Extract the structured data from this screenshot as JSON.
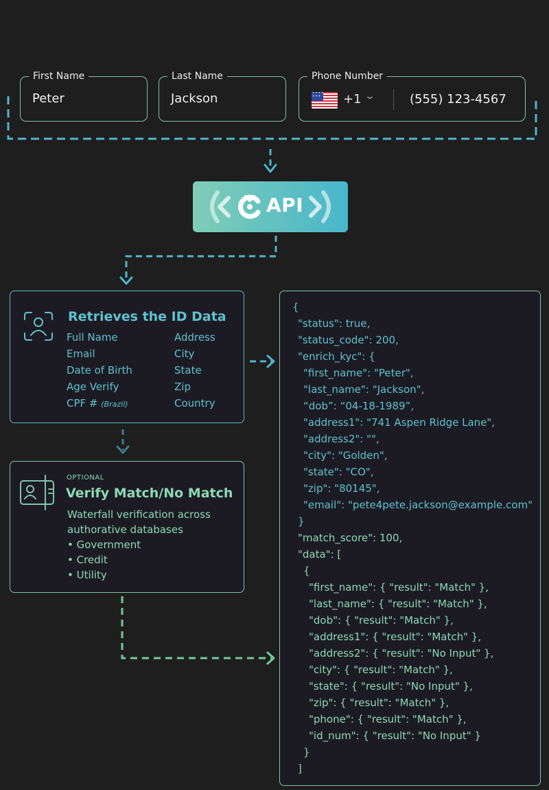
{
  "form": {
    "first_name": {
      "label": "First Name",
      "value": "Peter"
    },
    "last_name": {
      "label": "Last Name",
      "value": "Jackson"
    },
    "phone": {
      "label": "Phone Number",
      "country_code": "+1",
      "value": "(555) 123-4567",
      "flag": "us-flag-icon"
    }
  },
  "api": {
    "label": "API"
  },
  "id_card": {
    "title": "Retrieves the ID Data",
    "fields_left": [
      "Full Name",
      "Email",
      "Date of Birth",
      "Age Verify",
      "CPF #"
    ],
    "cpf_note": "(Brazil)",
    "fields_right": [
      "Address",
      "City",
      "State",
      "Zip",
      "Country"
    ],
    "icon": "face-scan-icon"
  },
  "verify_card": {
    "optional_tag": "OPTIONAL",
    "title": "Verify Match/No Match",
    "description_line1": "Waterfall verification across",
    "description_line2": "authorative databases",
    "items": [
      "• Government",
      "• Credit",
      "• Utility"
    ],
    "icon": "id-card-icon"
  },
  "response_json": [
    {
      "text": "{",
      "indent": 0,
      "color": "#5fc2cf"
    },
    {
      "text": "\"status\": true,",
      "indent": 1,
      "color": "#5fc2cf"
    },
    {
      "text": "\"status_code\": 200,",
      "indent": 1,
      "color": "#5fc2cf"
    },
    {
      "text": "\"enrich_kyc\": {",
      "indent": 1,
      "color": "#5fc2cf"
    },
    {
      "text": "\"first_name\": \"Peter\",",
      "indent": 2,
      "color": "#5fc2cf"
    },
    {
      "text": "\"last_name\": \"Jackson\",",
      "indent": 2,
      "color": "#5fc2cf"
    },
    {
      "text": "“dob”: “04-18-1989”,",
      "indent": 2,
      "color": "#5fc2cf"
    },
    {
      "text": "\"address1\": \"741 Aspen Ridge Lane\",",
      "indent": 2,
      "color": "#5fc2cf"
    },
    {
      "text": "\"address2\": \"\",",
      "indent": 2,
      "color": "#5fc2cf"
    },
    {
      "text": "\"city\": \"Golden\",",
      "indent": 2,
      "color": "#5fc2cf"
    },
    {
      "text": "\"state\": \"CO\",",
      "indent": 2,
      "color": "#5fc2cf"
    },
    {
      "text": "\"zip\": \"80145\",",
      "indent": 2,
      "color": "#5fc2cf"
    },
    {
      "text": "\"email\": \"pete4pete.jackson@example.com\"",
      "indent": 2,
      "color": "#5fc2cf"
    },
    {
      "text": "}",
      "indent": 1,
      "color": "#5fc2cf"
    },
    {
      "text": "\"match_score\": 100,",
      "indent": 1,
      "color": "#8cd9b5"
    },
    {
      "text": "\"data\": [",
      "indent": 1,
      "color": "#8cd9b5"
    },
    {
      "text": "{",
      "indent": 2,
      "color": "#8cd9b5"
    },
    {
      "text": "\"first_name\": { \"result\": \"Match\" },",
      "indent": 3,
      "color": "#8cd9b5"
    },
    {
      "text": "\"last_name\": { \"result\": \"Match\" },",
      "indent": 3,
      "color": "#8cd9b5"
    },
    {
      "text": "\"dob\": { \"result\": \"Match\" },",
      "indent": 3,
      "color": "#8cd9b5"
    },
    {
      "text": "\"address1\": { \"result\": \"Match\" },",
      "indent": 3,
      "color": "#8cd9b5"
    },
    {
      "text": "\"address2\": { \"result\": \"No Input\" },",
      "indent": 3,
      "color": "#8cd9b5"
    },
    {
      "text": "\"city\": { \"result\": \"Match\" },",
      "indent": 3,
      "color": "#8cd9b5"
    },
    {
      "text": "\"state\": { \"result\": \"No Input\" },",
      "indent": 3,
      "color": "#8cd9b5"
    },
    {
      "text": "\"zip\": { \"result\": \"Match\" },",
      "indent": 3,
      "color": "#8cd9b5"
    },
    {
      "text": "\"phone\": { \"result\": \"Match\" },",
      "indent": 3,
      "color": "#8cd9b5"
    },
    {
      "text": "\"id_num\": { \"result\": \"No Input\" }",
      "indent": 3,
      "color": "#8cd9b5"
    },
    {
      "text": "}",
      "indent": 2,
      "color": "#8cd9b5"
    },
    {
      "text": "]",
      "indent": 1,
      "color": "#8cd9b5"
    }
  ],
  "colors": {
    "background": "#1e1e1e",
    "teal": "#5fc2cf",
    "green": "#8cd9b5",
    "connector_teal": "#4fb6cb",
    "connector_green": "#6fcd97",
    "card_bg": "#1c1b23"
  }
}
